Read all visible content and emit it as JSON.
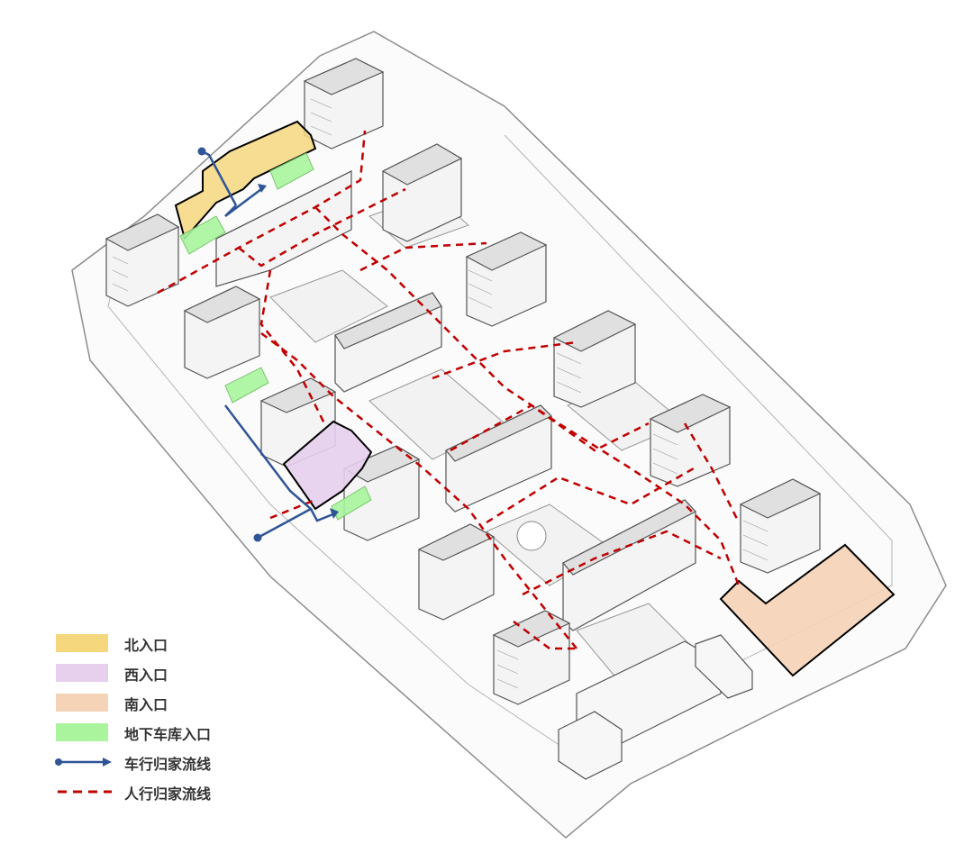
{
  "legend": {
    "items": [
      {
        "key": "north",
        "label": "北入口",
        "kind": "swatch",
        "color": "#f5d77e"
      },
      {
        "key": "west",
        "label": "西入口",
        "kind": "swatch",
        "color": "#e7cfee"
      },
      {
        "key": "south",
        "label": "南入口",
        "kind": "swatch",
        "color": "#f5d3b7"
      },
      {
        "key": "garage",
        "label": "地下车库入口",
        "kind": "swatch",
        "color": "#a9f49c"
      },
      {
        "key": "car",
        "label": "车行归家流线",
        "kind": "arrow",
        "color": "#2f5597"
      },
      {
        "key": "walk",
        "label": "人行归家流线",
        "kind": "dash",
        "color": "#c00000"
      }
    ]
  },
  "colors": {
    "north_entrance": "#f5d77e",
    "west_entrance": "#e7cfee",
    "south_entrance": "#f5d3b7",
    "garage_entrance": "#a9f49c",
    "car_route": "#2f5597",
    "pedestrian_route": "#c00000",
    "building_line": "#555555"
  }
}
